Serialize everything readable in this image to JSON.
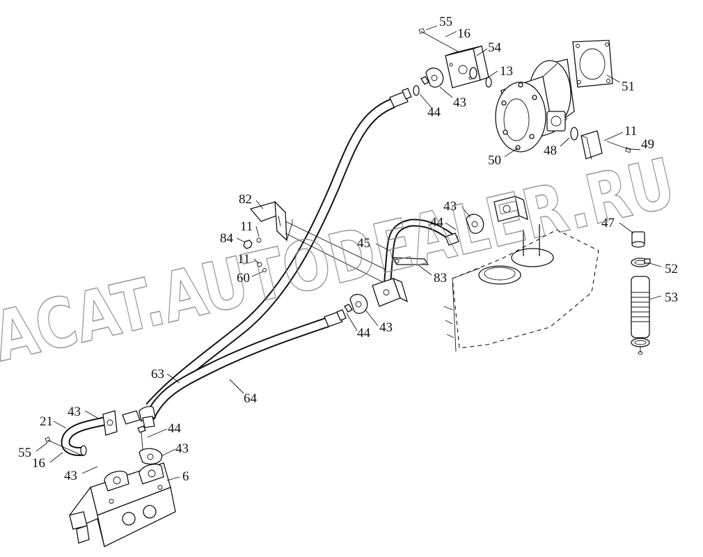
{
  "watermark": "ACAT.AUTODEALER.RU",
  "callouts": {
    "c55_top": "55",
    "c16_top": "16",
    "c54": "54",
    "c13": "13",
    "c51": "51",
    "c43_top": "43",
    "c44_top": "44",
    "c50": "50",
    "c48": "48",
    "c11_right": "11",
    "c49": "49",
    "c82": "82",
    "c43_mid": "43",
    "c44_mid": "44",
    "c47": "47",
    "c11_a": "11",
    "c84": "84",
    "c45": "45",
    "c11_b": "11",
    "c60": "60",
    "c83": "83",
    "c52": "52",
    "c53": "53",
    "c43_low": "43",
    "c44_low": "44",
    "c63": "63",
    "c64": "64",
    "c43_left": "43",
    "c21": "21",
    "c44_bot": "44",
    "c43_bot": "43",
    "c55_left": "55",
    "c16_left": "16",
    "c43_left2": "43",
    "c6": "6"
  }
}
